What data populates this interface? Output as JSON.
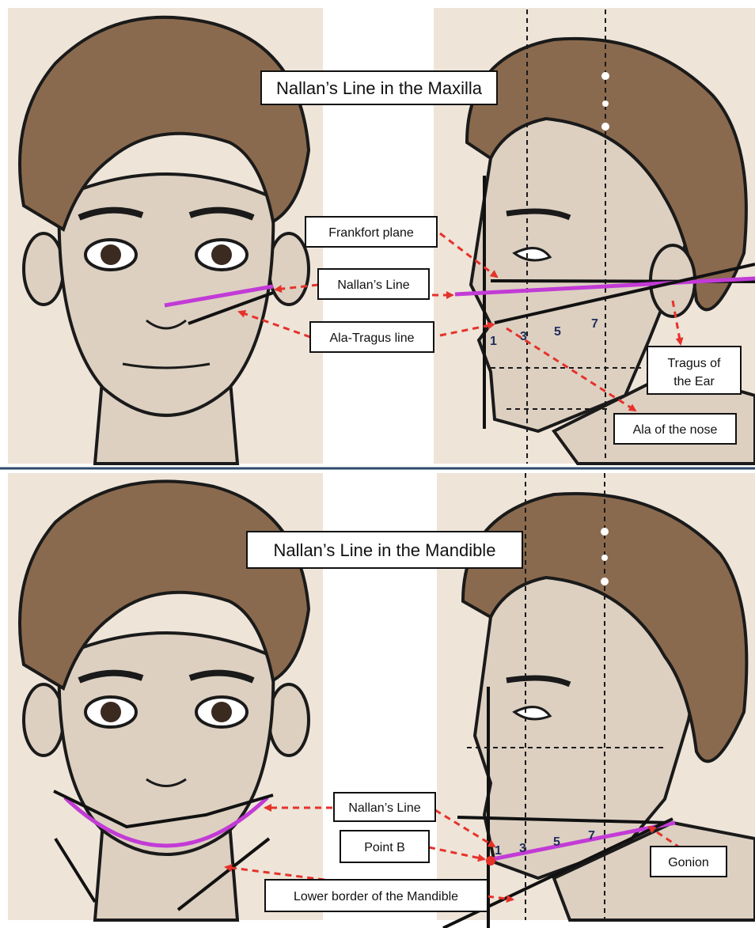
{
  "colors": {
    "background_panel": "#eee4d8",
    "skin": "#ddd0c1",
    "hair": "#8a6a4e",
    "outline": "#1a1a1a",
    "nallan_line": "#c23bd6",
    "arrow": "#e5322b",
    "divider": "#2e4a6b"
  },
  "top": {
    "title": "Nallan’s Line in the Maxilla",
    "labels": {
      "frankfort": "Frankfort plane",
      "nallan": "Nallan’s Line",
      "ala_tragus": "Ala-Tragus line",
      "tragus_line1": "Tragus of",
      "tragus_line2": "the  Ear",
      "ala_nose": "Ala of the nose"
    },
    "numbers": [
      "1",
      "3",
      "5",
      "7"
    ]
  },
  "bottom": {
    "title": "Nallan’s Line in the Mandible",
    "labels": {
      "nallan": "Nallan’s Line",
      "point_b": "Point B",
      "lower_border": "Lower border of the Mandible",
      "gonion": "Gonion"
    },
    "numbers": [
      "1",
      "3",
      "5",
      "7"
    ]
  }
}
